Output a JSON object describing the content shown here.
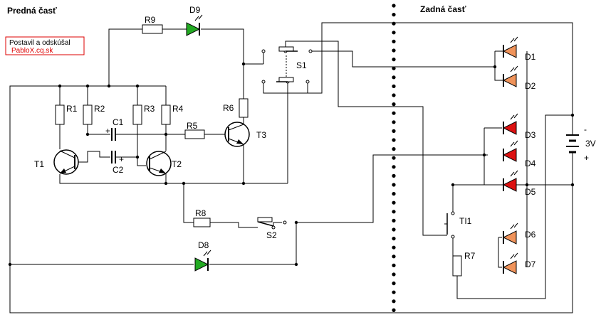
{
  "headers": {
    "front": "Predná časť",
    "back": "Zadná časť"
  },
  "credit": {
    "line1": "Postavil a odskúšal",
    "line2": "PabloX.cq.sk"
  },
  "labels": {
    "R1": "R1",
    "R2": "R2",
    "R3": "R3",
    "R4": "R4",
    "R5": "R5",
    "R6": "R6",
    "R7": "R7",
    "R8": "R8",
    "R9": "R9",
    "C1": "C1",
    "C2": "C2",
    "T1": "T1",
    "T2": "T2",
    "T3": "T3",
    "S1": "S1",
    "S2": "S2",
    "TI1": "TI1",
    "D1": "D1",
    "D2": "D2",
    "D3": "D3",
    "D4": "D4",
    "D5": "D5",
    "D6": "D6",
    "D7": "D7",
    "D8": "D8",
    "D9": "D9",
    "battery": "3V",
    "minus": "-",
    "plus": "+",
    "c_plus": "+"
  },
  "led_colors": {
    "green": "#22aa22",
    "red": "#dd1111",
    "orange": "#f0935a"
  }
}
